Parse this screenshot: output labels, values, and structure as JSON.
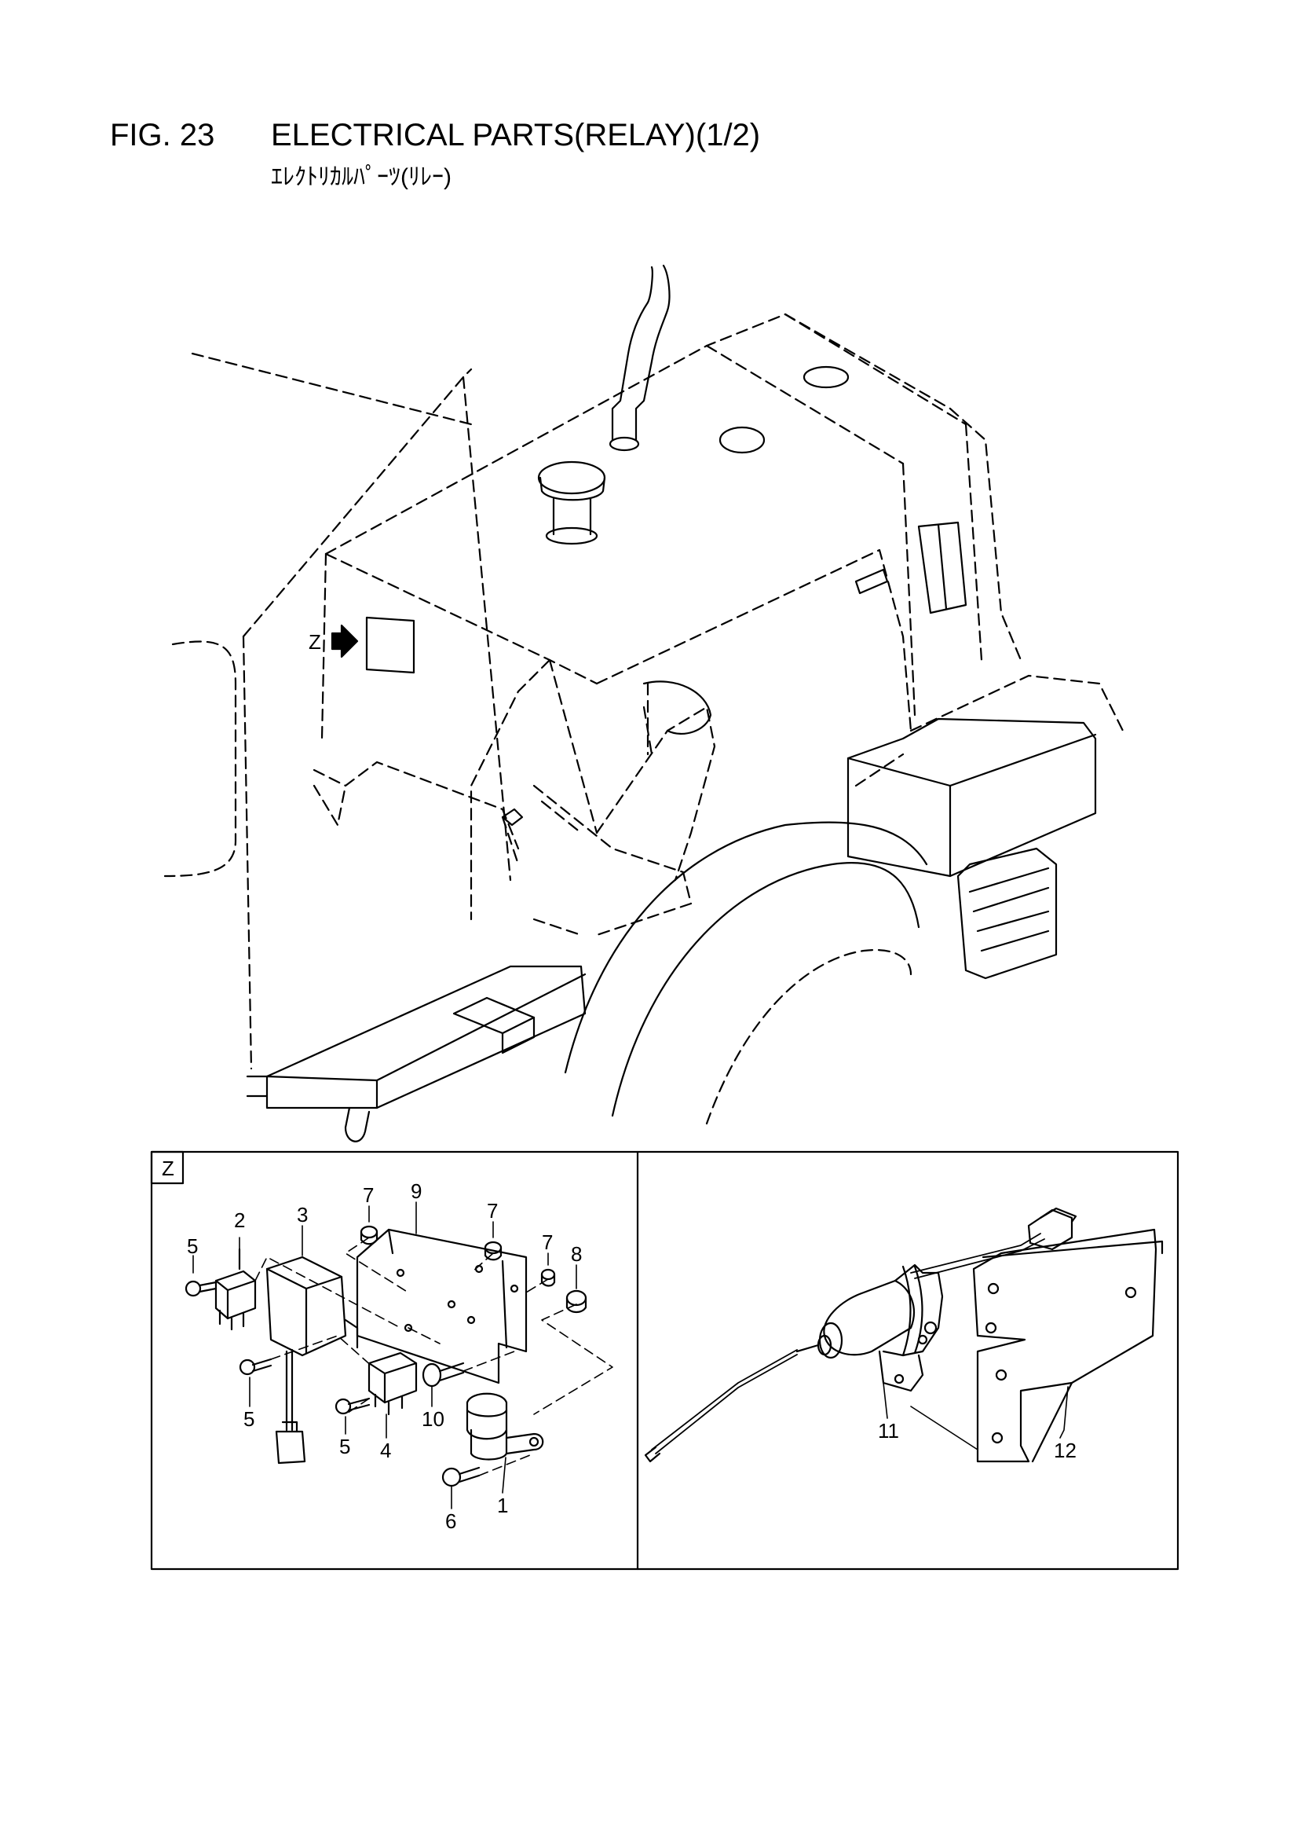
{
  "figure": {
    "number": "FIG. 23",
    "title": "ELECTRICAL PARTS(RELAY)(1/2)",
    "subtitle": "ｴﾚｸﾄﾘｶﾙﾊﾟｰﾂ(ﾘﾚｰ)"
  },
  "view_marker": "Z",
  "detail_view": {
    "label": "Z"
  },
  "callouts": [
    {
      "id": "c1",
      "text": "1"
    },
    {
      "id": "c2",
      "text": "2"
    },
    {
      "id": "c3",
      "text": "3"
    },
    {
      "id": "c4",
      "text": "4"
    },
    {
      "id": "c5a",
      "text": "5"
    },
    {
      "id": "c5b",
      "text": "5"
    },
    {
      "id": "c5c",
      "text": "5"
    },
    {
      "id": "c6",
      "text": "6"
    },
    {
      "id": "c7a",
      "text": "7"
    },
    {
      "id": "c7b",
      "text": "7"
    },
    {
      "id": "c7c",
      "text": "7"
    },
    {
      "id": "c8",
      "text": "8"
    },
    {
      "id": "c9",
      "text": "9"
    },
    {
      "id": "c10",
      "text": "10"
    },
    {
      "id": "c11",
      "text": "11"
    },
    {
      "id": "c12",
      "text": "12"
    }
  ]
}
